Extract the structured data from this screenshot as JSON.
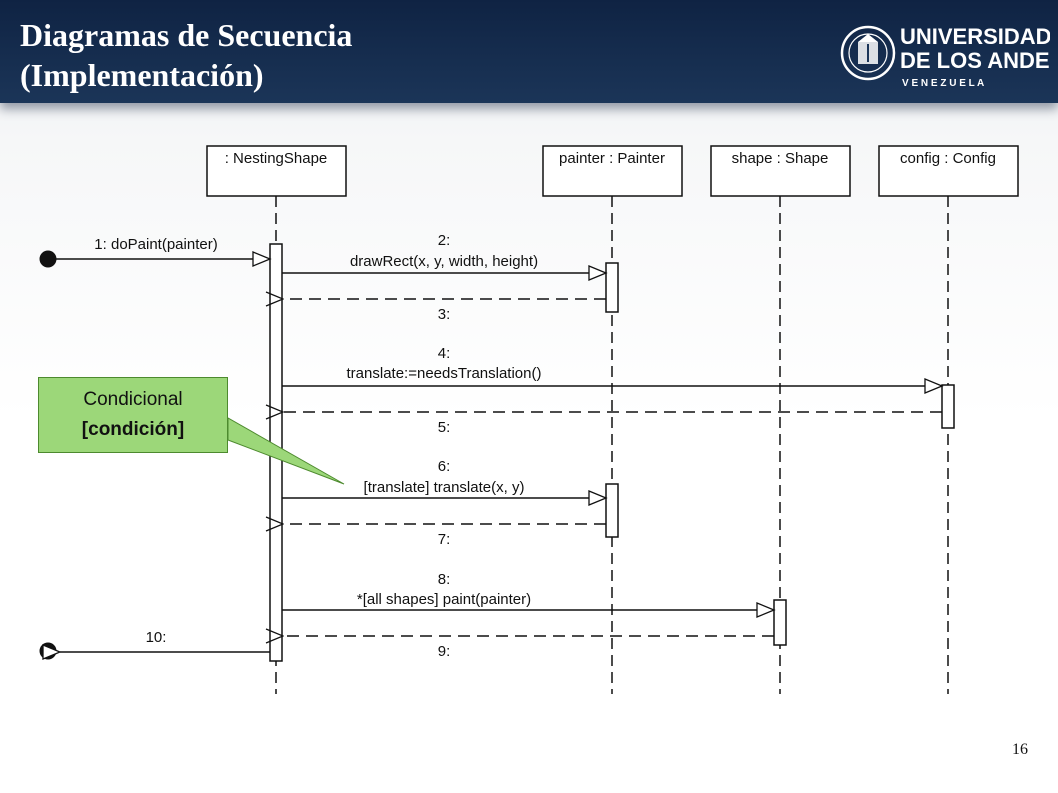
{
  "slide": {
    "title_line1": "Diagramas de Secuencia",
    "title_line2": "(Implementación)",
    "page_number": "16"
  },
  "logo": {
    "line1": "UNIVERSIDAD",
    "line2": "DE LOS ANDES",
    "line3": "V E N E Z U E L A"
  },
  "diagram": {
    "lifelines": [
      {
        "name": ": NestingShape"
      },
      {
        "name": "painter : Painter"
      },
      {
        "name": "shape : Shape"
      },
      {
        "name": "config : Config"
      }
    ],
    "messages": [
      {
        "label": "1: doPaint(painter)",
        "kind": "found"
      },
      {
        "number": "2:",
        "label": "drawRect(x, y, width, height)",
        "kind": "call"
      },
      {
        "label": "3:",
        "kind": "return"
      },
      {
        "number": "4:",
        "label": "translate:=needsTranslation()",
        "kind": "call"
      },
      {
        "label": "5:",
        "kind": "return"
      },
      {
        "number": "6:",
        "label": "[translate] translate(x, y)",
        "kind": "call"
      },
      {
        "label": "7:",
        "kind": "return"
      },
      {
        "number": "8:",
        "label": "*[all shapes] paint(painter)",
        "kind": "call"
      },
      {
        "label": "9:",
        "kind": "return"
      },
      {
        "label": "10:",
        "kind": "lost"
      }
    ],
    "callout": {
      "line1": "Condicional",
      "line2": "[condición]",
      "fill_color": "#9cd779"
    }
  }
}
